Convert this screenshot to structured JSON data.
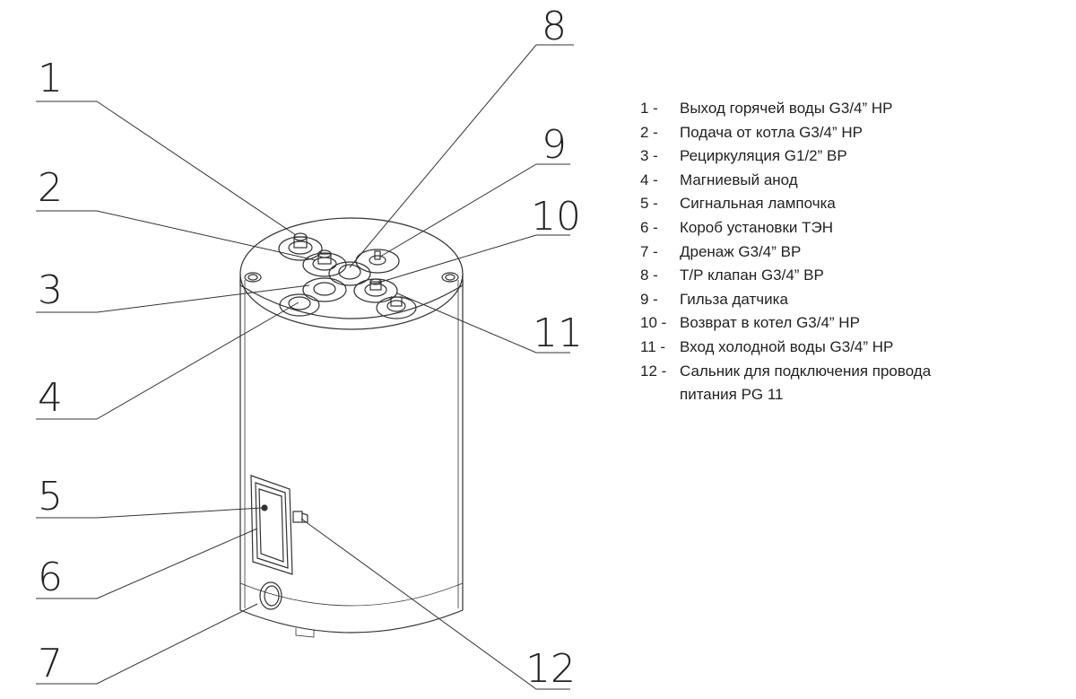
{
  "callouts": [
    "1",
    "2",
    "3",
    "4",
    "5",
    "6",
    "7",
    "8",
    "9",
    "10",
    "11",
    "12"
  ],
  "legend": [
    {
      "num": "1 -",
      "text": "Выход горячей воды G3/4” НР"
    },
    {
      "num": "2 -",
      "text": "Подача от котла G3/4” НР"
    },
    {
      "num": "3 -",
      "text": "Рециркуляция G1/2” ВР"
    },
    {
      "num": "4 -",
      "text": "Магниевый анод"
    },
    {
      "num": "5 -",
      "text": "Сигнальная лампочка"
    },
    {
      "num": "6 -",
      "text": "Короб установки ТЭН"
    },
    {
      "num": "7 -",
      "text": "Дренаж G3/4” ВР"
    },
    {
      "num": "8 -",
      "text": "Т/Р клапан G3/4” ВР"
    },
    {
      "num": "9 -",
      "text": "Гильза датчика"
    },
    {
      "num": "10  -",
      "text": "Возврат в котел G3/4” НР"
    },
    {
      "num": "11  -",
      "text": "Вход холодной воды G3/4” НР"
    },
    {
      "num": "12  -",
      "text": "Сальник для подключения провода"
    },
    {
      "num": "",
      "text": "питания PG 11"
    }
  ]
}
